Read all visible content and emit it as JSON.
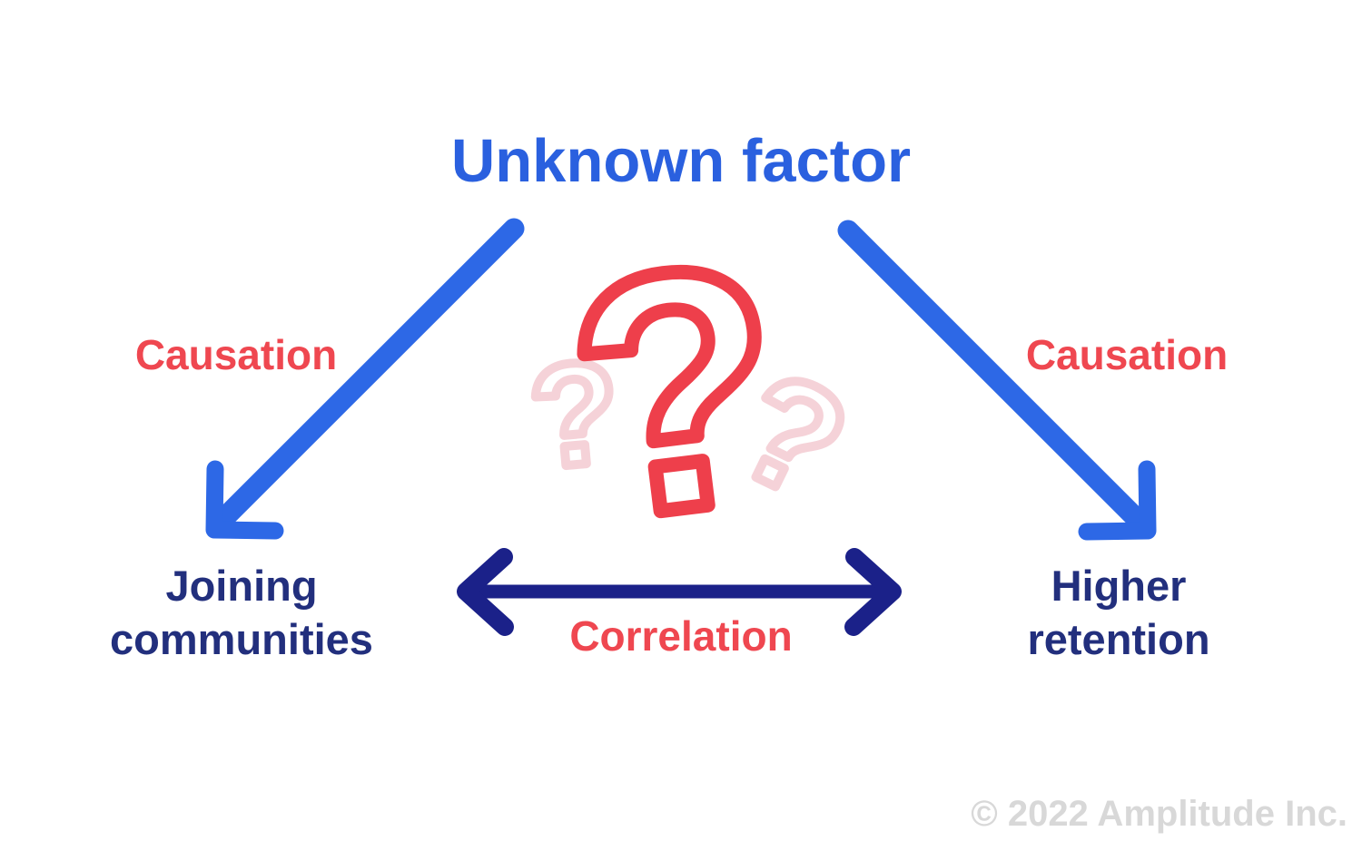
{
  "colors": {
    "background": "#FFFFFF",
    "title_blue": "#2A60DF",
    "arrow_blue": "#2D68E6",
    "accent_red": "#EF4750",
    "question_mark_red": "#EE3F4B",
    "question_mark_pale_pink": "#F5D2D8",
    "correlation_navy": "#1B2189",
    "node_navy": "#222F7D",
    "copyright_gray": "#D8D8D8"
  },
  "diagram": {
    "title": "Unknown factor",
    "edges": {
      "causation_left": {
        "label": "Causation"
      },
      "causation_right": {
        "label": "Causation"
      },
      "correlation": {
        "label": "Correlation"
      }
    },
    "nodes": {
      "joining_communities": {
        "line1": "Joining",
        "line2": "communities"
      },
      "higher_retention": {
        "line1": "Higher",
        "line2": "retention"
      }
    },
    "icons": {
      "question_mark": "?"
    }
  },
  "footer": {
    "copyright": "© 2022 Amplitude Inc."
  }
}
